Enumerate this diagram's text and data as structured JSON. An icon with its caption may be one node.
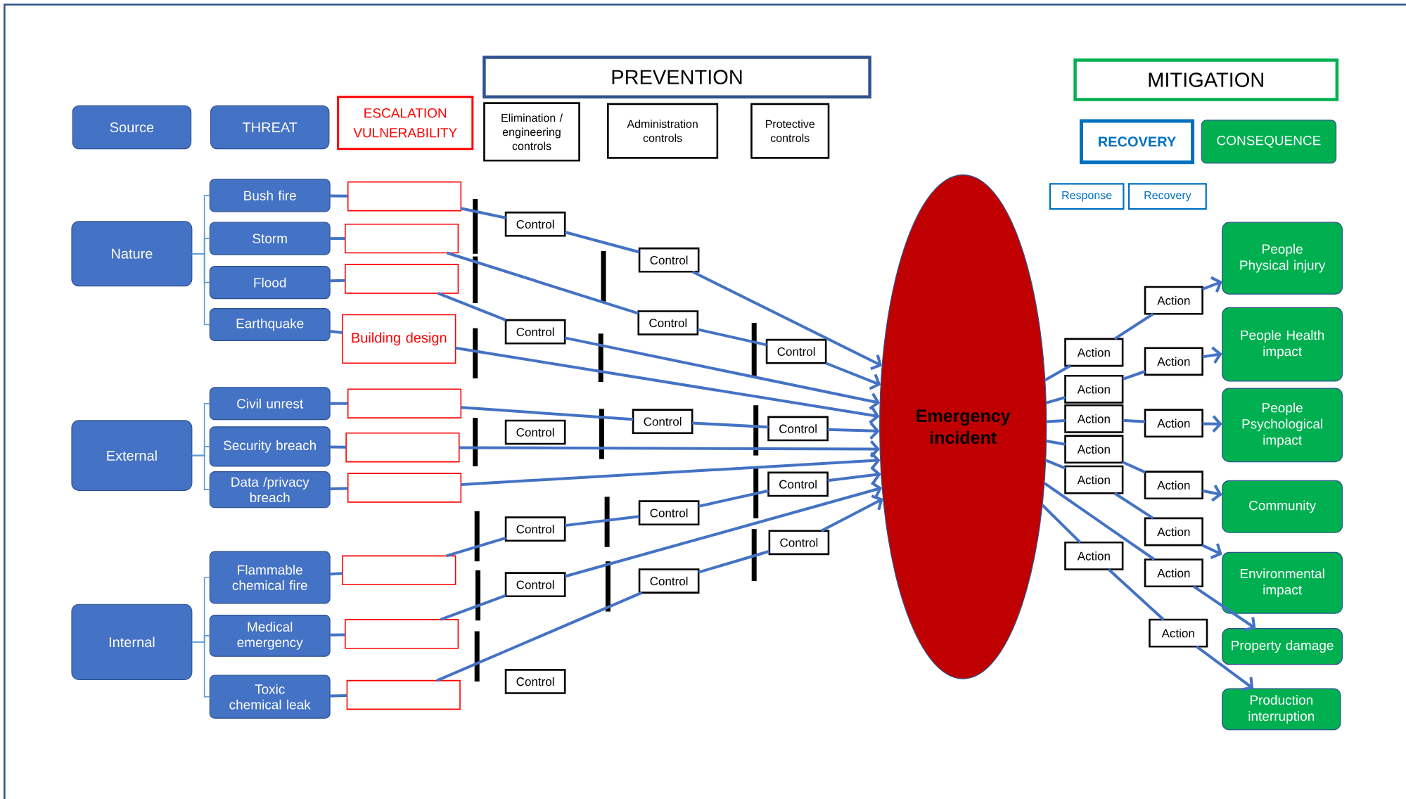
{
  "diagram": {
    "nodes": [
      {
        "text": [
          "Source"
        ]
      },
      {
        "text": [
          "THREAT"
        ]
      },
      {
        "text": [
          "ESCALATION VULNERABILITY"
        ]
      },
      {
        "text": [
          "PREVENTION"
        ]
      },
      {
        "text": [
          "Elimination / engineering controls"
        ]
      },
      {
        "text": [
          "Administration controls"
        ]
      },
      {
        "text": [
          "Protective controls"
        ]
      },
      {
        "text": [
          "MITIGATION"
        ]
      },
      {
        "text": [
          "RECOVERY"
        ]
      },
      {
        "text": [
          "CONSEQUENCE"
        ]
      },
      {
        "text": [
          "Response"
        ]
      },
      {
        "text": [
          "Recovery"
        ]
      },
      {
        "text": [
          "Nature"
        ]
      },
      {
        "text": [
          "Bush fire"
        ]
      },
      {
        "text": [
          "Storm"
        ]
      },
      {
        "text": [
          "Flood"
        ]
      },
      {
        "text": [
          "Earthquake"
        ]
      },
      {
        "text": [
          "External"
        ]
      },
      {
        "text": [
          "Civil unrest"
        ]
      },
      {
        "text": [
          "Security breach"
        ]
      },
      {
        "text": [
          "Data /privacy breach"
        ]
      },
      {
        "text": [
          "Internal"
        ]
      },
      {
        "text": [
          "Flammable chemical fire"
        ]
      },
      {
        "text": [
          "Medical emergency"
        ]
      },
      {
        "text": [
          "Toxic chemical leak"
        ]
      },
      {
        "text": [],
        "shape": "box"
      },
      {
        "text": [],
        "shape": "box"
      },
      {
        "text": [],
        "shape": "box"
      },
      {
        "text": [
          "Building design"
        ]
      },
      {
        "text": [],
        "shape": "box"
      },
      {
        "text": [],
        "shape": "box"
      },
      {
        "text": [],
        "shape": "box"
      },
      {
        "text": [],
        "shape": "box"
      },
      {
        "text": [],
        "shape": "box"
      },
      {
        "text": [],
        "shape": "box"
      },
      {
        "text": [
          "Control"
        ]
      },
      {
        "text": [
          "Control"
        ]
      },
      {
        "text": [
          "Control"
        ]
      },
      {
        "text": [
          "Control"
        ]
      },
      {
        "text": [
          "Control"
        ]
      },
      {
        "text": [
          "Control"
        ]
      },
      {
        "text": [
          "Control"
        ]
      },
      {
        "text": [
          "Control"
        ]
      },
      {
        "text": [
          "Control"
        ]
      },
      {
        "text": [
          "Control"
        ]
      },
      {
        "text": [
          "Control"
        ]
      },
      {
        "text": [
          "Control"
        ]
      },
      {
        "text": [
          "Control"
        ]
      },
      {
        "text": [
          "Control"
        ]
      },
      {
        "text": [
          "Control"
        ]
      },
      {
        "text": [
          "Emergency incident"
        ]
      },
      {
        "text": [
          "Action"
        ]
      },
      {
        "text": [
          "Action"
        ]
      },
      {
        "text": [
          "Action"
        ]
      },
      {
        "text": [
          "Action"
        ]
      },
      {
        "text": [
          "Action"
        ]
      },
      {
        "text": [
          "Action"
        ]
      },
      {
        "text": [
          "Action"
        ]
      },
      {
        "text": [
          "Action"
        ]
      },
      {
        "text": [
          "Action"
        ]
      },
      {
        "text": [
          "Action"
        ]
      },
      {
        "text": [
          "Action"
        ]
      },
      {
        "text": [
          "Action"
        ]
      },
      {
        "text": [
          "Action"
        ]
      },
      {
        "text": [
          "People Physical injury"
        ]
      },
      {
        "text": [
          "People Health impact"
        ]
      },
      {
        "text": [
          "People Psychological impact"
        ]
      },
      {
        "text": [
          "Community"
        ]
      },
      {
        "text": [
          "Environmental impact"
        ]
      },
      {
        "text": [
          "Property damage"
        ]
      },
      {
        "text": [
          "Production interruption"
        ]
      }
    ],
    "edges": [
      {
        "from": 12,
        "to": 13,
        "arrow": "none",
        "color": "#5b9bd5"
      },
      {
        "from": 12,
        "to": 14,
        "arrow": "none",
        "color": "#5b9bd5"
      },
      {
        "from": 12,
        "to": 15,
        "arrow": "none",
        "color": "#5b9bd5"
      },
      {
        "from": 12,
        "to": 16,
        "arrow": "none",
        "color": "#5b9bd5"
      },
      {
        "from": 17,
        "to": 18,
        "arrow": "none",
        "color": "#5b9bd5"
      },
      {
        "from": 17,
        "to": 19,
        "arrow": "none",
        "color": "#5b9bd5"
      },
      {
        "from": 17,
        "to": 20,
        "arrow": "none",
        "color": "#5b9bd5"
      },
      {
        "from": 21,
        "to": 22,
        "arrow": "none",
        "color": "#5b9bd5"
      },
      {
        "from": 21,
        "to": 23,
        "arrow": "none",
        "color": "#5b9bd5"
      },
      {
        "from": 21,
        "to": 24,
        "arrow": "none",
        "color": "#5b9bd5"
      },
      {
        "from": 13,
        "to": 25,
        "arrow": "none"
      },
      {
        "from": 14,
        "to": 26,
        "arrow": "none"
      },
      {
        "from": 15,
        "to": 27,
        "arrow": "none"
      },
      {
        "from": 16,
        "to": 28,
        "arrow": "none"
      },
      {
        "from": 18,
        "to": 29,
        "arrow": "none"
      },
      {
        "from": 19,
        "to": 30,
        "arrow": "none"
      },
      {
        "from": 20,
        "to": 31,
        "arrow": "none"
      },
      {
        "from": 22,
        "to": 32,
        "arrow": "none"
      },
      {
        "from": 23,
        "to": 33,
        "arrow": "none"
      },
      {
        "from": 24,
        "to": 34,
        "arrow": "none"
      },
      {
        "from": 25,
        "to": 35,
        "arrow": "none"
      },
      {
        "from": 35,
        "to": 36,
        "arrow": "none"
      },
      {
        "from": 36,
        "to": 50,
        "arrow": "to"
      },
      {
        "from": 26,
        "to": 38,
        "arrow": "none"
      },
      {
        "from": 38,
        "to": 39,
        "arrow": "none"
      },
      {
        "from": 39,
        "to": 50,
        "arrow": "to"
      },
      {
        "from": 27,
        "to": 37,
        "arrow": "none"
      },
      {
        "from": 37,
        "to": 50,
        "arrow": "to"
      },
      {
        "from": 28,
        "to": 50,
        "arrow": "to"
      },
      {
        "from": 29,
        "to": 41,
        "arrow": "none"
      },
      {
        "from": 41,
        "to": 42,
        "arrow": "none"
      },
      {
        "from": 42,
        "to": 50,
        "arrow": "to"
      },
      {
        "from": 30,
        "to": 50,
        "arrow": "to"
      },
      {
        "from": 31,
        "to": 50,
        "arrow": "to"
      },
      {
        "from": 32,
        "to": 45,
        "arrow": "none"
      },
      {
        "from": 45,
        "to": 44,
        "arrow": "none"
      },
      {
        "from": 44,
        "to": 43,
        "arrow": "none"
      },
      {
        "from": 43,
        "to": 50,
        "arrow": "to"
      },
      {
        "from": 33,
        "to": 47,
        "arrow": "none"
      },
      {
        "from": 47,
        "to": 50,
        "arrow": "to"
      },
      {
        "from": 34,
        "to": 48,
        "arrow": "none"
      },
      {
        "from": 48,
        "to": 46,
        "arrow": "none"
      },
      {
        "from": 46,
        "to": 50,
        "arrow": "to"
      },
      {
        "from": 50,
        "to": 52,
        "arrow": "none"
      },
      {
        "from": 52,
        "to": 51,
        "arrow": "none"
      },
      {
        "from": 51,
        "to": 64,
        "arrow": "to"
      },
      {
        "from": 50,
        "to": 54,
        "arrow": "none"
      },
      {
        "from": 54,
        "to": 53,
        "arrow": "none"
      },
      {
        "from": 53,
        "to": 65,
        "arrow": "to"
      },
      {
        "from": 50,
        "to": 55,
        "arrow": "none"
      },
      {
        "from": 55,
        "to": 56,
        "arrow": "none"
      },
      {
        "from": 56,
        "to": 66,
        "arrow": "to"
      },
      {
        "from": 50,
        "to": 57,
        "arrow": "none"
      },
      {
        "from": 57,
        "to": 58,
        "arrow": "none"
      },
      {
        "from": 58,
        "to": 67,
        "arrow": "to"
      },
      {
        "from": 50,
        "to": 59,
        "arrow": "none"
      },
      {
        "from": 59,
        "to": 60,
        "arrow": "none"
      },
      {
        "from": 60,
        "to": 68,
        "arrow": "to"
      },
      {
        "from": 50,
        "to": 61,
        "arrow": "none"
      },
      {
        "from": 61,
        "to": 69,
        "arrow": "to"
      },
      {
        "from": 50,
        "to": 62,
        "arrow": "none"
      },
      {
        "from": 62,
        "to": 63,
        "arrow": "none"
      },
      {
        "from": 63,
        "to": 70,
        "arrow": "to"
      }
    ]
  }
}
